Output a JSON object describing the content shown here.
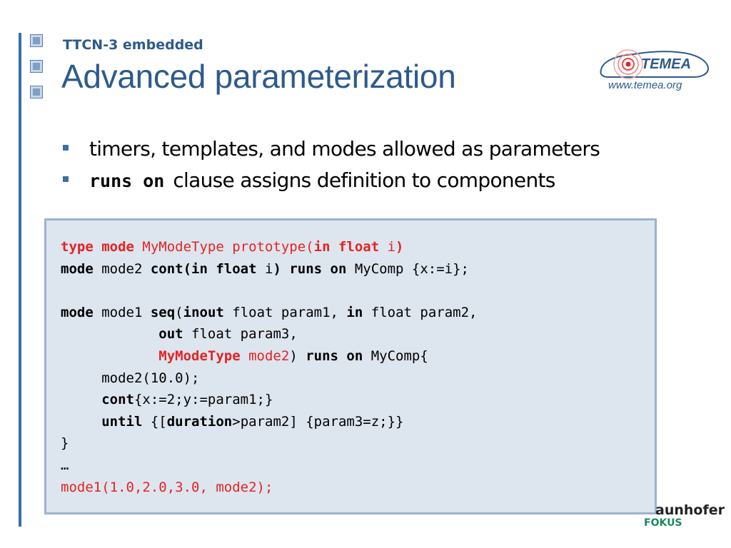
{
  "header": {
    "subtitle": "TTCN-3 embedded",
    "title": "Advanced parameterization"
  },
  "logo": {
    "name": "TEMEA",
    "url": "www.temea.org"
  },
  "bullets": [
    {
      "text": "timers, templates, and modes allowed as parameters"
    },
    {
      "keyword": "runs on",
      "text": "clause assigns definition to components"
    }
  ],
  "code": {
    "l1": {
      "a": "type mode",
      "b": " MyModeType prototype(",
      "c": "in float",
      "d": " i",
      "e": ")"
    },
    "l2": {
      "a": "mode",
      "b": " mode2 ",
      "c": "cont(in float",
      "d": " i",
      "e": ") runs on",
      "f": " MyComp {x:=i};"
    },
    "l4": {
      "a": "mode",
      "b": " mode1 ",
      "c": "seq",
      "d": "(",
      "e": "inout",
      "f": " float param1, ",
      "g": "in",
      "h": " float param2,"
    },
    "l5": {
      "a": "out",
      "b": " float param3,"
    },
    "l6": {
      "a": "MyModeType",
      "b": " mode2",
      "c": ") ",
      "d": "runs on",
      "e": " MyComp{"
    },
    "l7": {
      "a": "mode2(10.0);"
    },
    "l8": {
      "a": "cont",
      "b": "{x:=2;y:=param1;}"
    },
    "l9": {
      "a": "until",
      "b": " {[",
      "c": "duration",
      "d": ">param2] {param3=z;}}"
    },
    "l10": {
      "a": "}"
    },
    "l11": {
      "a": "…"
    },
    "l12": {
      "a": "mode1(1.0,2.0,3.0, mode2);"
    }
  },
  "footer": {
    "org": "aunhofer",
    "unit": "FOKUS"
  },
  "colors": {
    "accent_blue": "#2d5a8c",
    "code_red": "#e32424",
    "code_bg": "#dde5ee"
  }
}
